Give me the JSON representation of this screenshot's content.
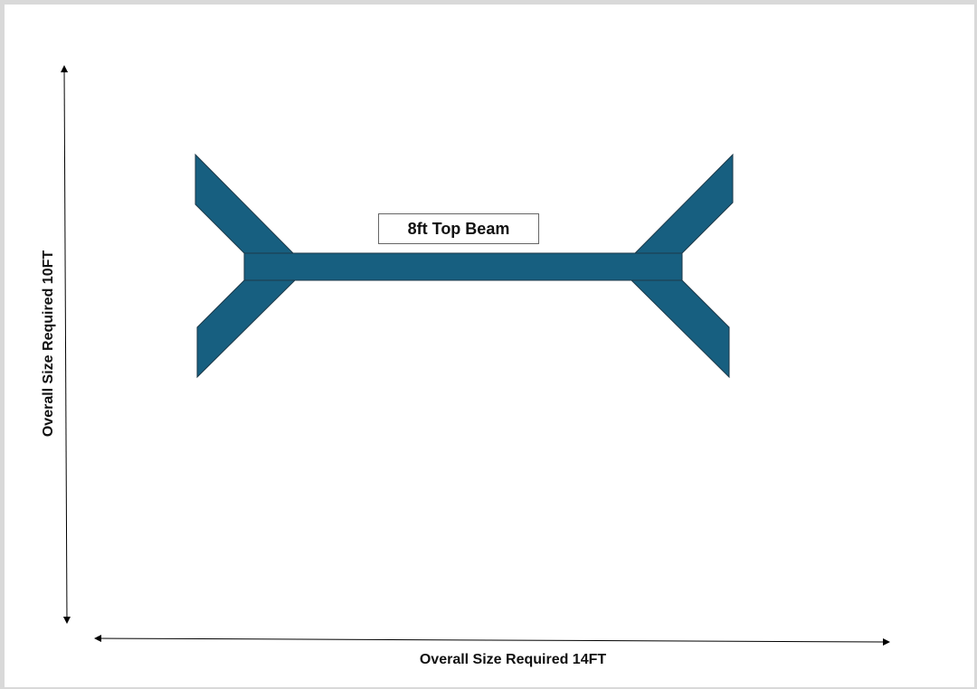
{
  "diagram": {
    "beam_label": "8ft Top Beam",
    "height_label": "Overall Size Required 10FT",
    "width_label": "Overall Size Required 14FT",
    "beam_color": "#175f80"
  }
}
